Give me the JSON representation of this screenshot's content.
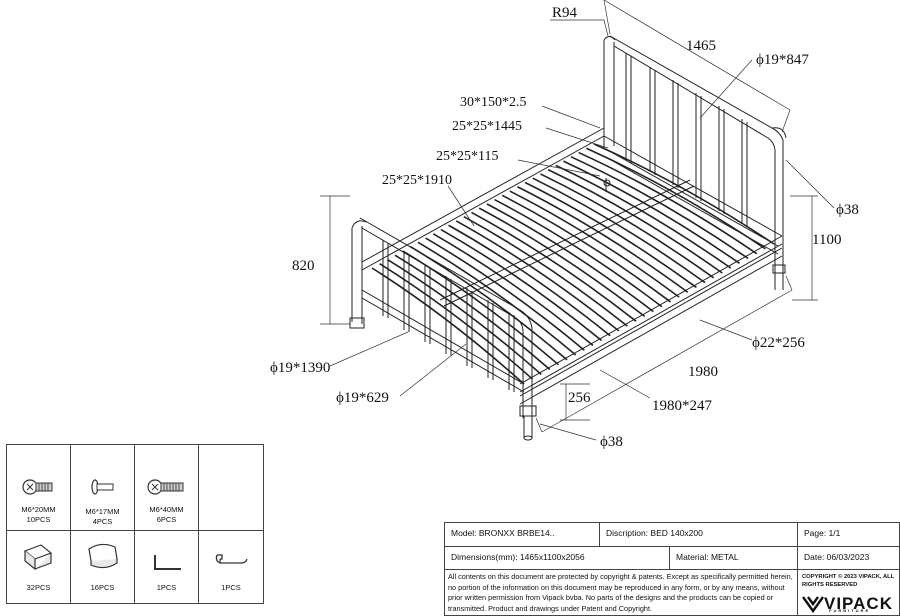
{
  "dimensions": {
    "radius": "R94",
    "headboard_width": "1465",
    "headboard_tube": "ϕ19*847",
    "rail_profile": "30*150*2.5",
    "center_beam": "25*25*1445",
    "slat_support": "25*25*115",
    "long_beam": "25*25*1910",
    "post_diameter": "ϕ38",
    "total_height": "1100",
    "footboard_height": "820",
    "leg": "ϕ22*256",
    "footboard_rail": "ϕ19*1390",
    "footboard_tube": "ϕ19*629",
    "length": "1980",
    "clearance": "256",
    "side_rail": "1980*247",
    "foot_post_diameter": "ϕ38"
  },
  "hardware": [
    {
      "name": "M6*20MM",
      "qty": "10PCS"
    },
    {
      "name": "M6*17MM",
      "qty": "4PCS"
    },
    {
      "name": "M6*40MM",
      "qty": "6PCS"
    },
    {
      "name": "",
      "qty": ""
    },
    {
      "name": "",
      "qty": "32PCS"
    },
    {
      "name": "",
      "qty": "16PCS"
    },
    {
      "name": "",
      "qty": "1PCS"
    },
    {
      "name": "",
      "qty": "1PCS"
    }
  ],
  "title_block": {
    "model": "Model: BRONXX BRBE14..",
    "description": "Discription: BED 140x200",
    "page": "Page: 1/1",
    "dimensions": "Dimensions(mm): 1465x1100x2056",
    "material": "Material: METAL",
    "date": "Date: 06/03/2023",
    "legal": "All contents on this document are protected by copyright & patents. Except as specifically permitted herein, no portion of the information on this document may be reproduced in any form, or by any means, without prior written permission from Vipack bvba. No parts of the designs and the products can be copied or transmitted. Product and drawings under Patent and Copyright.",
    "copyright": "COPYRIGHT © 2023 VIPACK, ALL RIGHTS RESERVED",
    "logo": "VIPACK",
    "logo_sub": "FURNITURE"
  }
}
